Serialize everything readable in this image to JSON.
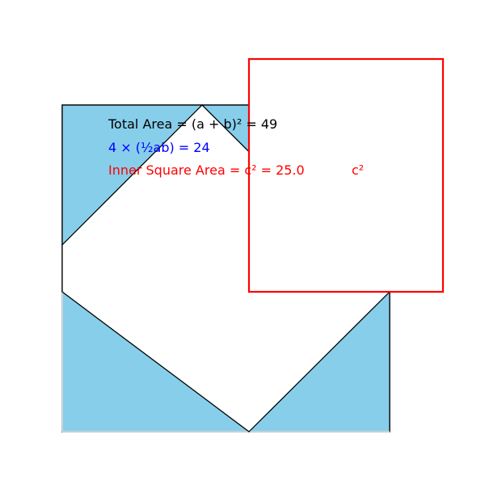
{
  "diagram": {
    "total_area_text": "Total Area = (a + b)² = 49",
    "triangles_area_text": "4 × (½ab) = 24",
    "inner_square_area_text": "Inner Square Area = c² = 25.0",
    "c_squared_label": "c²",
    "colors": {
      "triangle_fill": "#87ceeb",
      "edge": "#000000",
      "text_default": "#000000",
      "text_triangles": "#0000ff",
      "text_inner": "#ff0000",
      "highlight_box": "#ff0000"
    }
  }
}
